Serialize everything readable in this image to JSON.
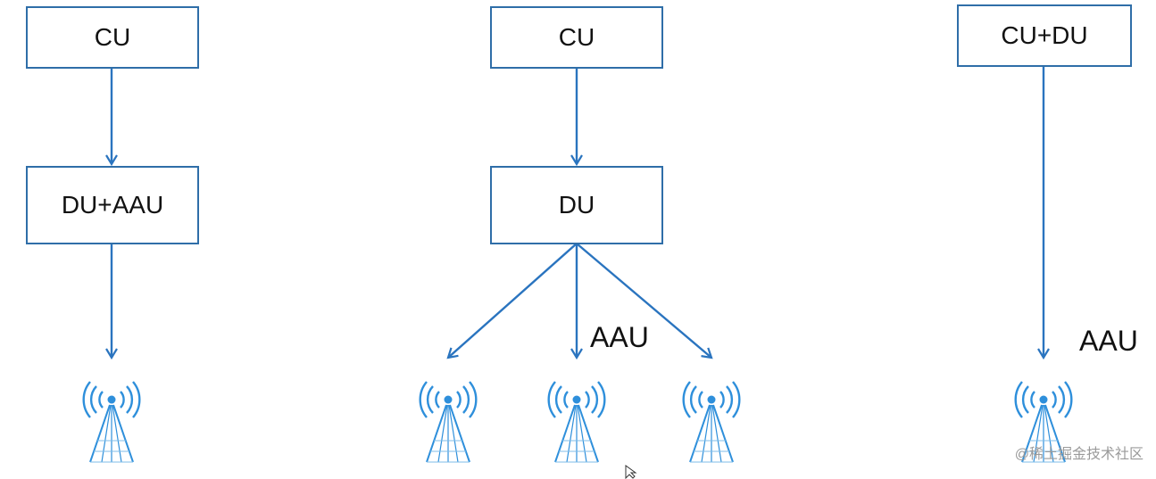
{
  "arch1": {
    "top": "CU",
    "middle": "DU+AAU"
  },
  "arch2": {
    "top": "CU",
    "middle": "DU",
    "aau_label": "AAU"
  },
  "arch3": {
    "top": "CU+DU",
    "aau_label": "AAU"
  },
  "watermark": "@稀土掘金技术社区",
  "colors": {
    "arrow": "#2a74bf",
    "box_border": "#2f6ea8",
    "antenna": "#2e8fdb"
  },
  "icons": [
    "antenna-tower-icon",
    "cursor-arrow-icon"
  ]
}
